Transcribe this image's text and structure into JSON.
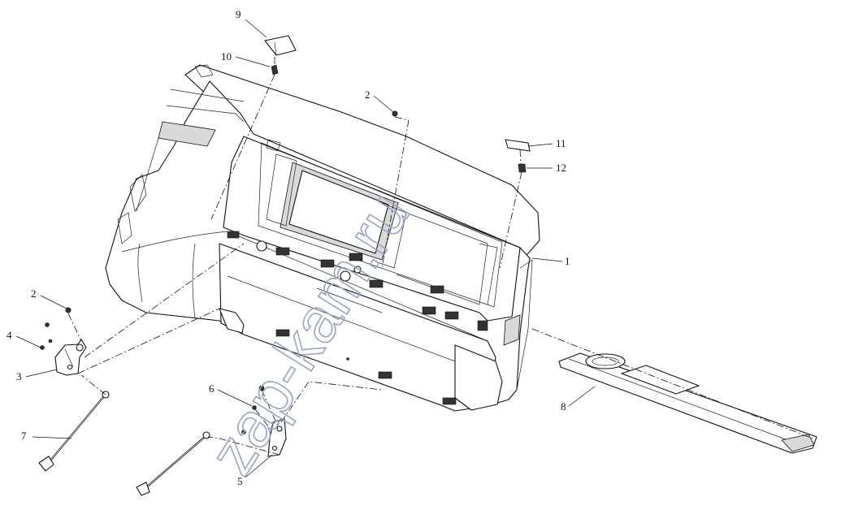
{
  "watermark": "zap-kam.ru",
  "callouts": [
    {
      "id": "c1",
      "label": "1"
    },
    {
      "id": "c2a",
      "label": "2"
    },
    {
      "id": "c2b",
      "label": "2"
    },
    {
      "id": "c3",
      "label": "3"
    },
    {
      "id": "c4",
      "label": "4"
    },
    {
      "id": "c5",
      "label": "5"
    },
    {
      "id": "c6",
      "label": "6"
    },
    {
      "id": "c7",
      "label": "7"
    },
    {
      "id": "c8",
      "label": "8"
    },
    {
      "id": "c9",
      "label": "9"
    },
    {
      "id": "c10",
      "label": "10"
    },
    {
      "id": "c11",
      "label": "11"
    },
    {
      "id": "c12",
      "label": "12"
    }
  ]
}
